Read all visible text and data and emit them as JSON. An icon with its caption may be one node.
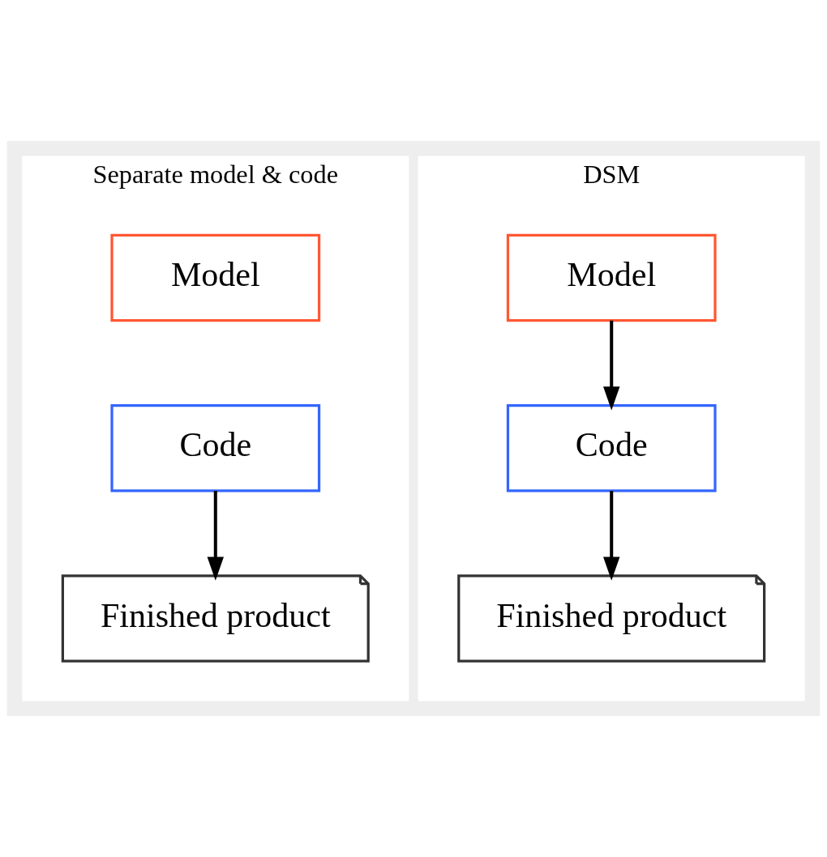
{
  "diagram": {
    "nodes": [
      {
        "text": [
          "Separate model & code"
        ]
      },
      {
        "text": [
          "Model"
        ],
        "in": 0
      },
      {
        "text": [
          "Code"
        ],
        "in": 0
      },
      {
        "text": [
          "Finished product"
        ],
        "in": 0
      },
      {
        "text": [
          "DSM"
        ]
      },
      {
        "text": [
          "Model"
        ],
        "in": 4
      },
      {
        "text": [
          "Code"
        ],
        "in": 4
      },
      {
        "text": [
          "Finished product"
        ],
        "in": 4
      }
    ],
    "edges": [
      {
        "from": 2,
        "to": 3,
        "arrow": "to"
      },
      {
        "from": 5,
        "to": 6,
        "arrow": "to"
      },
      {
        "from": 6,
        "to": 7,
        "arrow": "to"
      }
    ]
  }
}
